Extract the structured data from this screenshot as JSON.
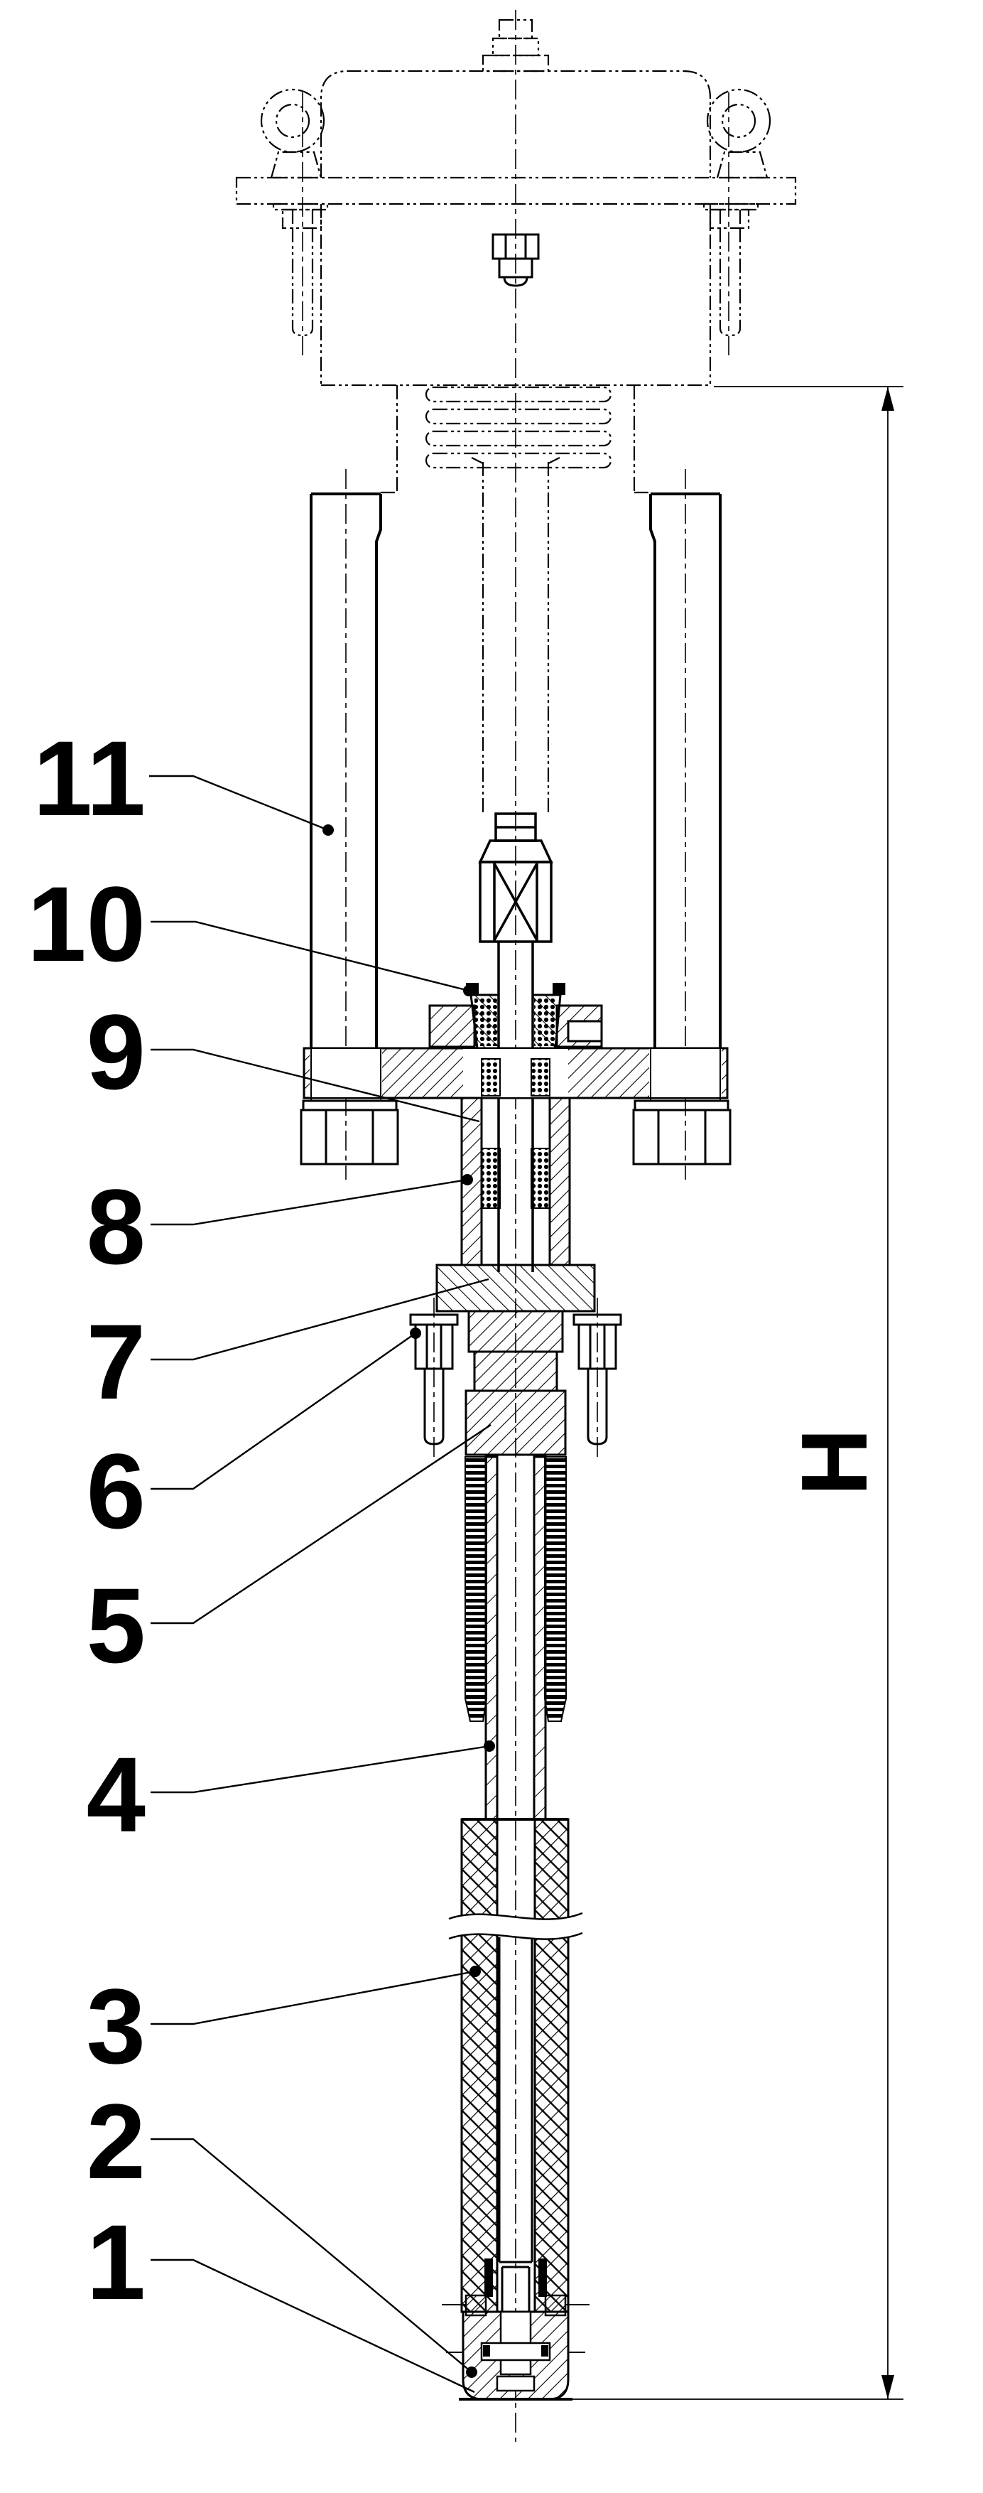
{
  "drawing": {
    "type": "technical-section-drawing",
    "ink_color": "#000000",
    "background_color": "#ffffff",
    "callouts": [
      {
        "label": "1"
      },
      {
        "label": "2"
      },
      {
        "label": "3"
      },
      {
        "label": "4"
      },
      {
        "label": "5"
      },
      {
        "label": "6"
      },
      {
        "label": "7"
      },
      {
        "label": "8"
      },
      {
        "label": "9"
      },
      {
        "label": "10"
      },
      {
        "label": "11"
      }
    ],
    "dimension": {
      "label": "H"
    }
  }
}
